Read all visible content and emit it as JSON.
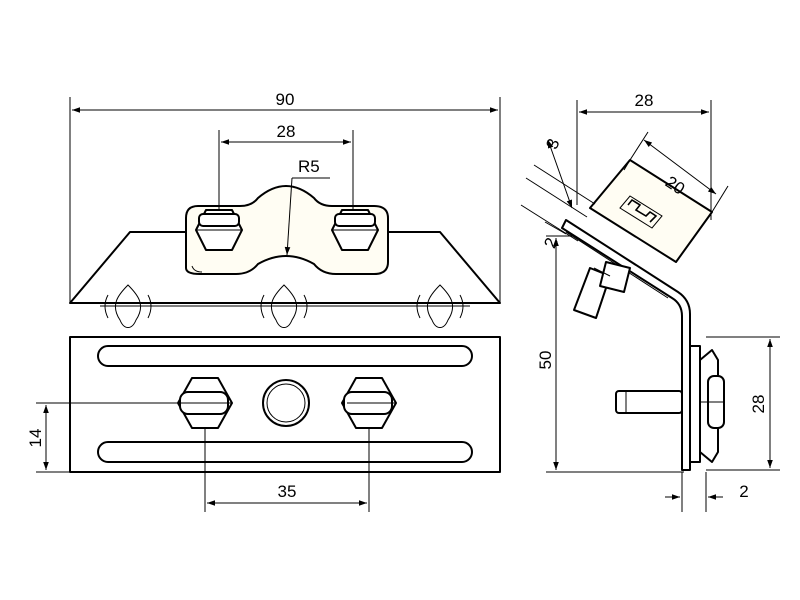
{
  "dimensions": {
    "overall_width": "90",
    "clamp_spacing": "28",
    "radius": "R5",
    "bolt_spacing": "35",
    "bolt_height": "14",
    "side_depth": "28",
    "plate_thickness": "3",
    "gap": "2",
    "clamp_width": "20",
    "side_height": "50",
    "base_height": "28",
    "base_thickness": "2"
  }
}
